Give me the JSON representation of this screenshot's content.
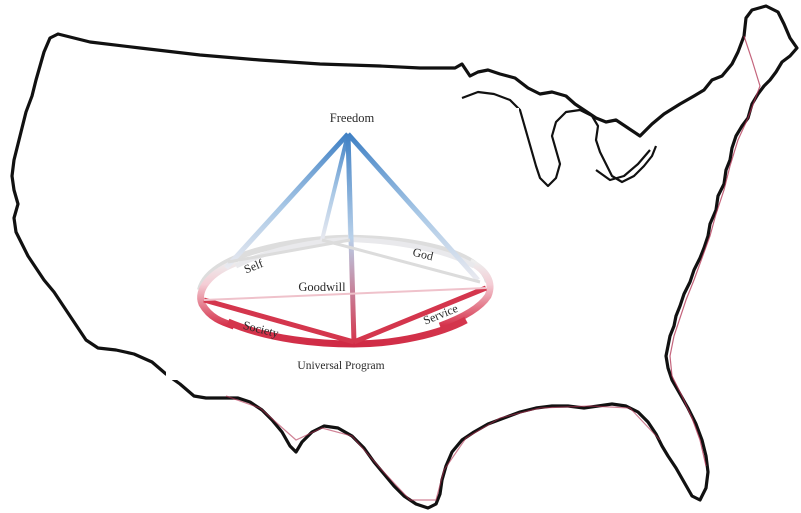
{
  "diagram": {
    "apex_label": "Freedom",
    "center_label": "Goodwill",
    "base_label": "Universal Program",
    "ring_labels": {
      "self": "Self",
      "god": "God",
      "society": "Society",
      "service": "Service"
    }
  },
  "colors": {
    "apex_blue": "#4a86c6",
    "ring_red": "#d8344c",
    "ring_light": "#f3c7d0",
    "map_outline": "#111111",
    "map_accent": "#b03050"
  }
}
